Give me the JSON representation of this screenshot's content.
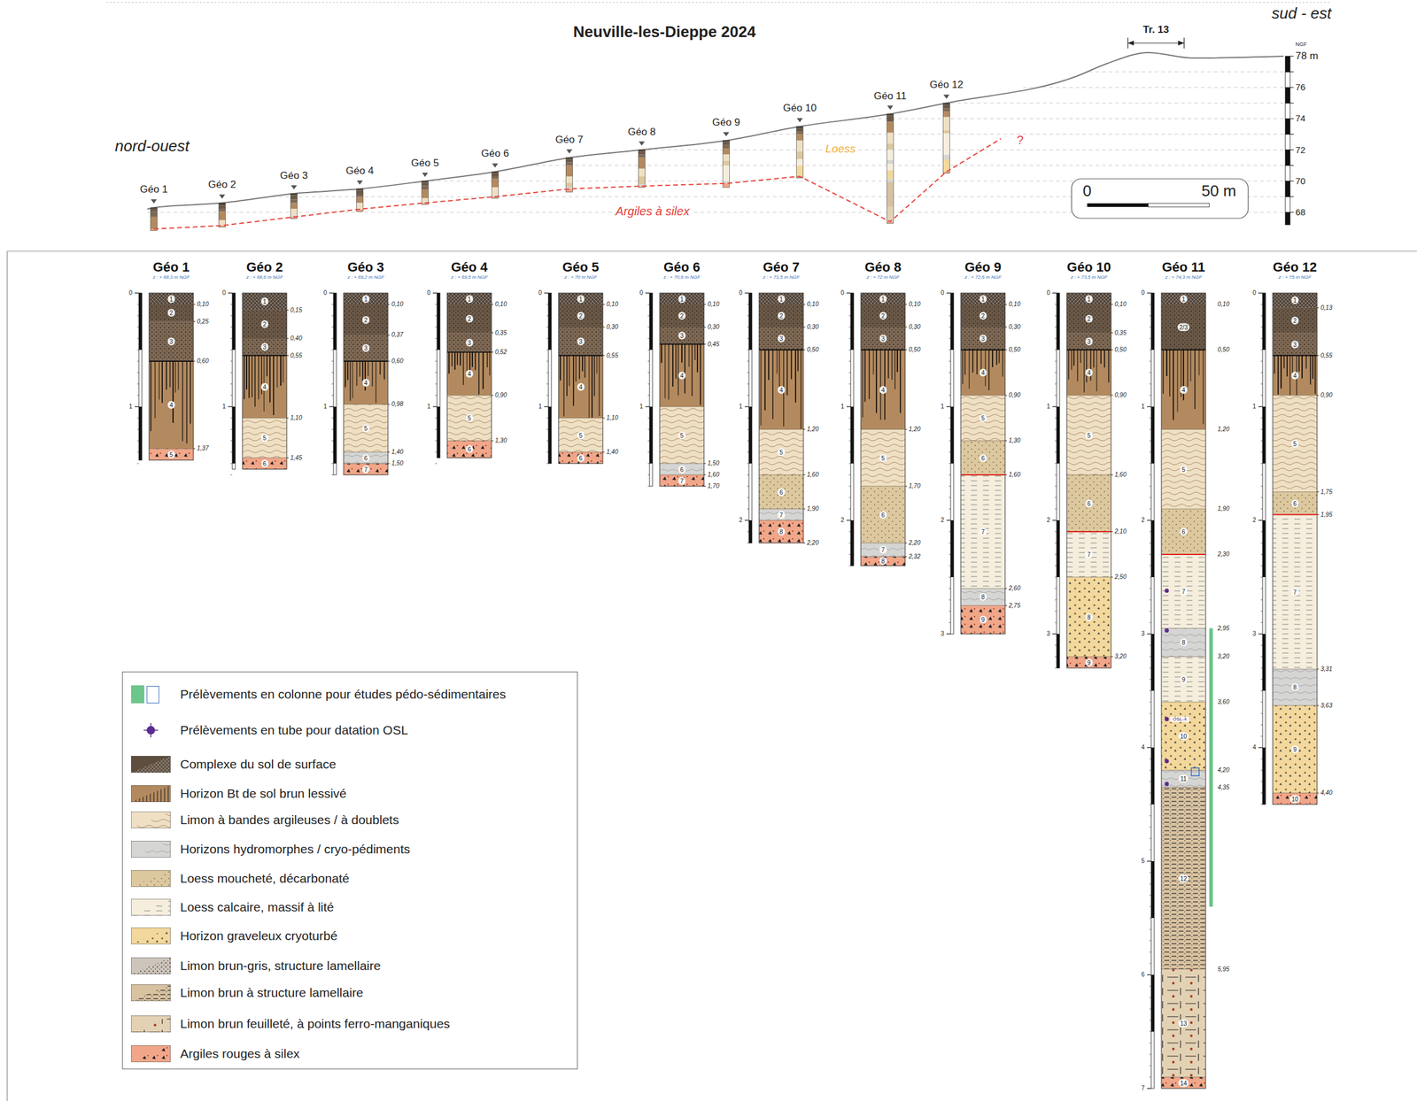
{
  "diagram": {
    "title": "Neuville-les-Dieppe 2024",
    "nodes": [
      {
        "text": [
          "Géo 1",
          "z : + 68,3 m NGF"
        ]
      },
      {
        "text": [
          "Géo 2",
          "z : + 68,6 m NGF"
        ]
      },
      {
        "text": [
          "Géo 3",
          "z : + 69,2 m NGF"
        ]
      },
      {
        "text": [
          "Géo 4",
          "z : + 69,5 m NGF"
        ]
      },
      {
        "text": [
          "Géo 5",
          "z : + 70 m NGF"
        ]
      },
      {
        "text": [
          "Géo 6",
          "z : + 70,6 m NGF"
        ]
      },
      {
        "text": [
          "Géo 7",
          "z : + 71,5 m NGF"
        ]
      },
      {
        "text": [
          "Géo 8",
          "z : + 72 m NGF"
        ]
      },
      {
        "text": [
          "Géo 9",
          "z : + 72,6 m NGF"
        ]
      },
      {
        "text": [
          "Géo 10",
          "z : + 73,5 m NGF"
        ]
      },
      {
        "text": [
          "Géo 11",
          "z : + 74,3 m NGF"
        ]
      },
      {
        "text": [
          "Géo 12",
          "z : + 75 m NGF"
        ]
      }
    ],
    "labels": [
      "nord-ouest",
      "sud - est",
      "Tr. 13",
      "NGF",
      "78 m",
      "76",
      "74",
      "72",
      "70",
      "68",
      "Géo 1",
      "Géo 2",
      "Géo 3",
      "Géo 4",
      "Géo 5",
      "Géo 6",
      "Géo 7",
      "Géo 8",
      "Géo 9",
      "Géo 10",
      "Géo 11",
      "Géo 12",
      "Loess",
      "Argiles à silex",
      "?",
      "0",
      "50 m",
      "0,10",
      "0,25",
      "0,60",
      "1,37",
      "1",
      "2",
      "3",
      "4",
      "5",
      "0",
      "1",
      "0,15",
      "0,40",
      "0,55",
      "1,10",
      "1,45",
      "1",
      "2",
      "3",
      "4",
      "5",
      "6",
      "0",
      "1",
      "0,10",
      "0,37",
      "0,60",
      "0,98",
      "1,40",
      "1,50",
      "1",
      "2",
      "3",
      "4",
      "5",
      "6",
      "7",
      "0",
      "1",
      "0,10",
      "0,35",
      "0,52",
      "0,90",
      "1,30",
      "1",
      "2",
      "3",
      "4",
      "5",
      "6",
      "0",
      "1",
      "0,10",
      "0,30",
      "0,55",
      "1,10",
      "1,40",
      "1",
      "2",
      "3",
      "4",
      "5",
      "6",
      "0",
      "1",
      "0,10",
      "0,30",
      "0,45",
      "1,50",
      "1,60",
      "1,70",
      "1",
      "2",
      "3",
      "4",
      "5",
      "6",
      "7",
      "0",
      "1",
      "0,10",
      "0,30",
      "0,50",
      "1,20",
      "1,60",
      "1,90",
      "2,20",
      "1",
      "2",
      "3",
      "4",
      "5",
      "6",
      "7",
      "8",
      "0",
      "1",
      "2",
      "0,10",
      "0,30",
      "0,50",
      "1,20",
      "1,70",
      "2,20",
      "2,32",
      "1",
      "2",
      "3",
      "4",
      "5",
      "6",
      "7",
      "8",
      "0",
      "1",
      "2",
      "0,10",
      "0,30",
      "0,50",
      "0,90",
      "1,30",
      "1,60",
      "2,60",
      "2,75",
      "1",
      "2",
      "3",
      "4",
      "5",
      "6",
      "7",
      "8",
      "9",
      "0",
      "1",
      "2",
      "3",
      "0,10",
      "0,35",
      "0,50",
      "0,90",
      "1,60",
      "2,10",
      "2,50",
      "3,20",
      "1",
      "2",
      "3",
      "4",
      "5",
      "6",
      "7",
      "8",
      "9",
      "0",
      "1",
      "2",
      "3",
      "0,10",
      "0,50",
      "1,20",
      "1,90",
      "2,30",
      "2,95",
      "3,20",
      "3,60",
      "4,20",
      "4,35",
      "5,95",
      "1",
      "2/3",
      "4",
      "5",
      "6",
      "7",
      "8",
      "9",
      "10",
      "11",
      "12",
      "13",
      "14",
      "0",
      "1",
      "2",
      "3",
      "4",
      "5",
      "6",
      "7",
      "0,13",
      "0,55",
      "0,90",
      "1,75",
      "1,95",
      "3,31",
      "3,63",
      "4,40",
      "1",
      "2",
      "3",
      "4",
      "5",
      "6",
      "7",
      "8",
      "9",
      "10",
      "0",
      "1",
      "2",
      "3",
      "4",
      "OSL-4"
    ],
    "legend": [
      {
        "text": "Prélèvements en colonne pour études pédo-sédimentaires",
        "color": "#6cc58a"
      },
      {
        "text": "Prélèvements en tube pour datation OSL"
      },
      {
        "text": "Complexe du sol de surface",
        "color": "#5e4e3f"
      },
      {
        "text": "Horizon Bt de sol brun lessivé",
        "color": "#b38a5f"
      },
      {
        "text": "Limon à bandes argileuses / à doublets",
        "color": "#efe0c4"
      },
      {
        "text": "Horizons hydromorphes / cryo-pédiments",
        "color": "#d5d5d3"
      },
      {
        "text": "Loess moucheté, décarbonaté",
        "color": "#dcc89f"
      },
      {
        "text": "Loess calcaire, massif à lité",
        "color": "#f5eedd"
      },
      {
        "text": "Horizon graveleux cryoturbé",
        "color": "#f2d89c"
      },
      {
        "text": "Limon brun-gris, structure lamellaire",
        "color": "#cdc5bc"
      },
      {
        "text": "Limon brun à structure lamellaire",
        "color": "#d8c2a0"
      },
      {
        "text": "Limon brun feuilleté, à points ferro-manganiques",
        "color": "#e3d1b4"
      },
      {
        "text": "Argiles rouges à silex",
        "color": "#f0a689"
      }
    ]
  }
}
